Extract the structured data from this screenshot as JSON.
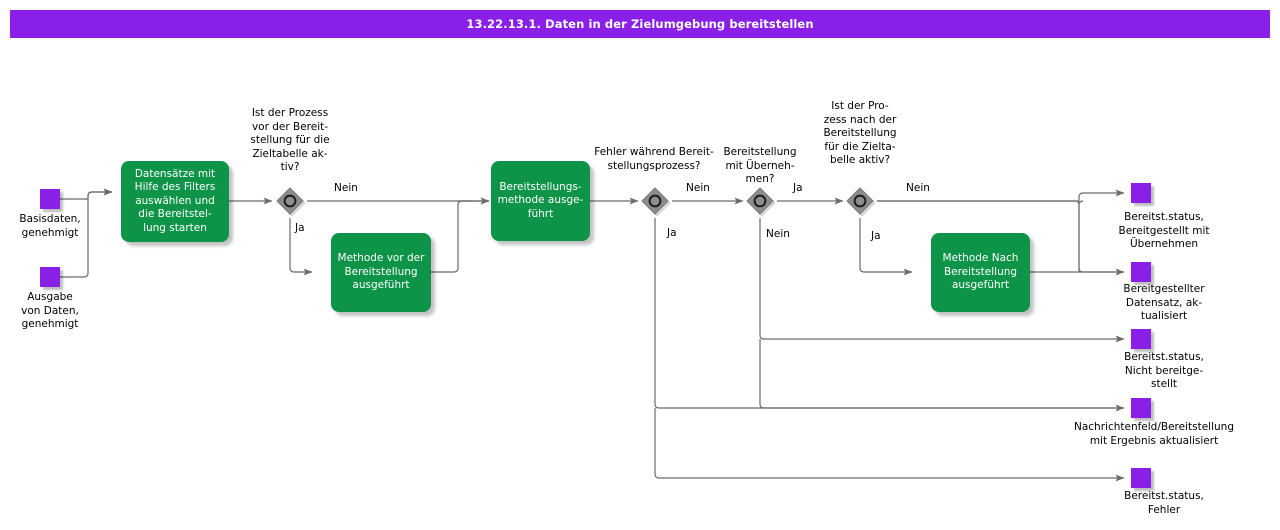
{
  "header": {
    "title": "13.22.13.1. Daten in der Zielumgebung bereitstellen",
    "bar_color": "#8a20e8",
    "text_color": "#ffffff"
  },
  "palette": {
    "event": "#8a20e8",
    "task": "#0d9448",
    "gateway": "#808080",
    "gateway_ring": "#2b2b2b",
    "connector": "#666666",
    "background": "#ffffff"
  },
  "diagram": {
    "type": "bpmn-flowchart",
    "start_events": [
      {
        "id": "start-basisdaten",
        "label": "Basisdaten,\ngenehmigt"
      },
      {
        "id": "start-ausgabe",
        "label": "Ausgabe\nvon Daten,\ngenehmigt"
      }
    ],
    "tasks": [
      {
        "id": "task-datensaetze",
        "label": "Datensätze mit\nHilfe des Filters\nauswählen und\ndie Bereitstel-\nlung starten"
      },
      {
        "id": "task-methode-vor",
        "label": "Methode vor der\nBereitstellung\nausgeführt"
      },
      {
        "id": "task-bereitstellungsmethode",
        "label": "Bereitstellungs-\nmethode ausge-\nführt"
      },
      {
        "id": "task-methode-nach",
        "label": "Methode Nach\nBereitstellung\nausgeführt"
      }
    ],
    "gateways": [
      {
        "id": "gw-prozess-vor",
        "question": "Ist der Prozess\nvor der Bereit-\nstellung für die\nZieltabelle ak-\ntiv?"
      },
      {
        "id": "gw-fehler",
        "question": "Fehler während Bereit-\nstellungsprozess?"
      },
      {
        "id": "gw-uebernehmen",
        "question": "Bereitstellung\nmit Überneh-\nmen?"
      },
      {
        "id": "gw-prozess-nach",
        "question": "Ist der Pro-\nzess nach der\nBereitstellung\nfür die Zielta-\nbelle aktiv?"
      }
    ],
    "edge_labels": [
      {
        "id": "edge-gw1-nein",
        "text": "Nein"
      },
      {
        "id": "edge-gw1-ja",
        "text": "Ja"
      },
      {
        "id": "edge-gw2-nein",
        "text": "Nein"
      },
      {
        "id": "edge-gw2-ja",
        "text": "Ja"
      },
      {
        "id": "edge-gw3-ja",
        "text": "Ja"
      },
      {
        "id": "edge-gw3-nein",
        "text": "Nein"
      },
      {
        "id": "edge-gw4-nein",
        "text": "Nein"
      },
      {
        "id": "edge-gw4-ja",
        "text": "Ja"
      }
    ],
    "end_events": [
      {
        "id": "end-bereitgestellt-uebernehmen",
        "label": "Bereitst.status,\nBereitgestellt mit\nÜbernehmen"
      },
      {
        "id": "end-datensatz-aktualisiert",
        "label": "Bereitgestellter\nDatensatz, ak-\ntualisiert"
      },
      {
        "id": "end-nicht-bereitgestellt",
        "label": "Bereitst.status,\nNicht bereitge-\nstellt"
      },
      {
        "id": "end-nachrichtenfeld",
        "label": "Nachrichtenfeld/Bereitstellung\nmit Ergebnis aktualisiert"
      },
      {
        "id": "end-fehler",
        "label": "Bereitst.status,\nFehler"
      }
    ]
  }
}
